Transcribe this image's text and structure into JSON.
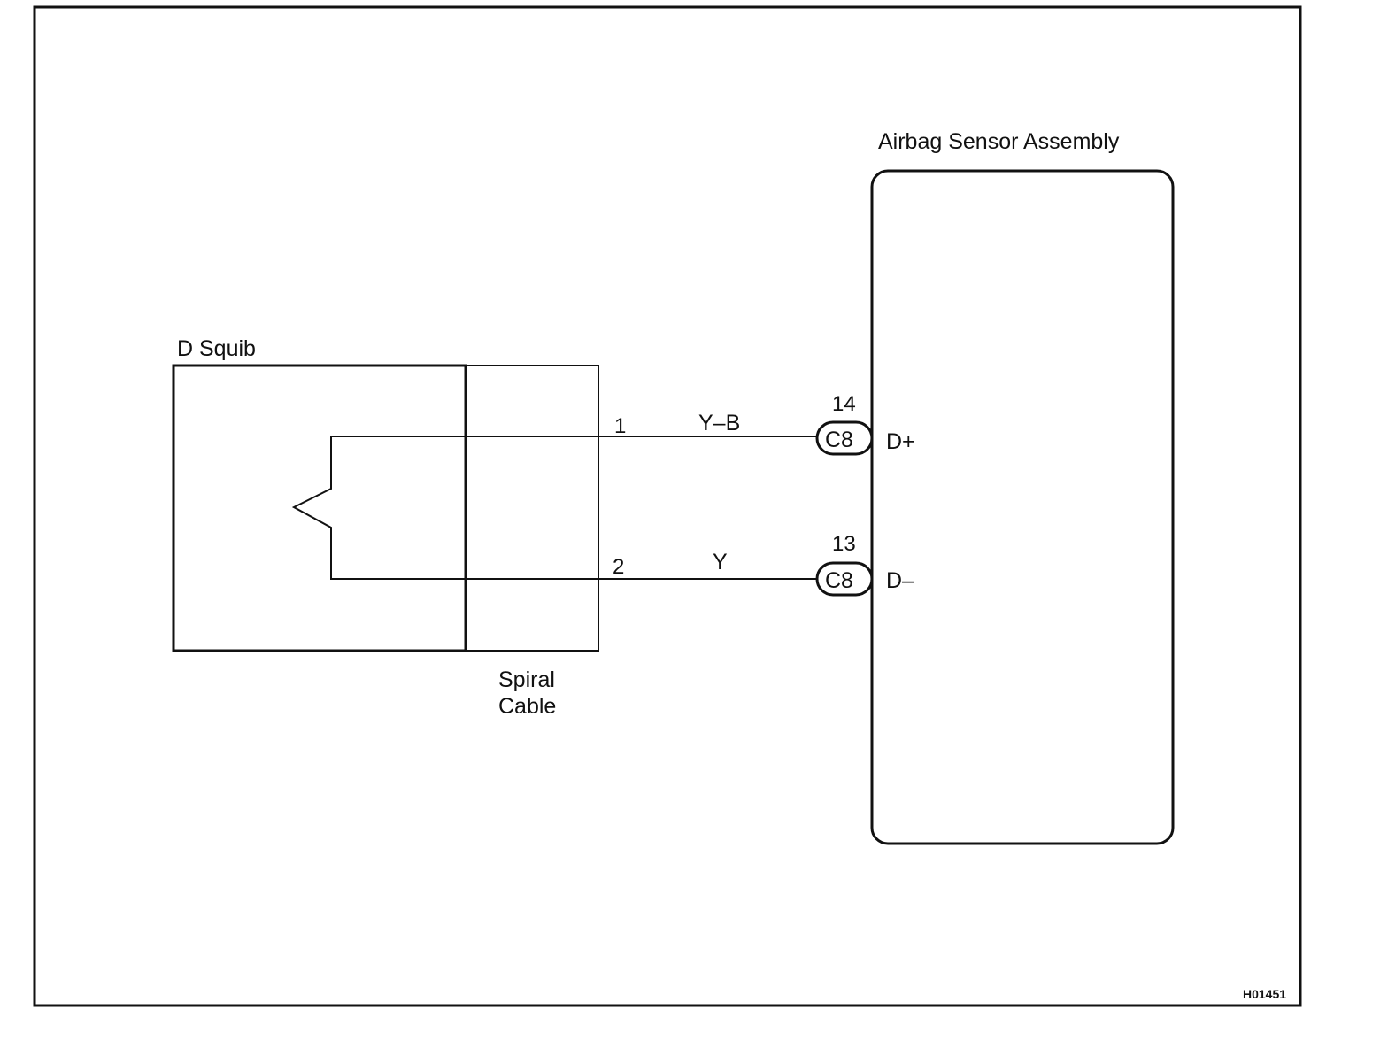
{
  "diagram": {
    "squib_label": "D Squib",
    "spiral_label_line1": "Spiral",
    "spiral_label_line2": "Cable",
    "sensor_label": "Airbag Sensor Assembly",
    "wire1": {
      "pin": "1",
      "color": "Y–B",
      "connector": "C8",
      "terminal_no": "14",
      "terminal": "D+"
    },
    "wire2": {
      "pin": "2",
      "color": "Y",
      "connector": "C8",
      "terminal_no": "13",
      "terminal": "D–"
    },
    "figure_code": "H01451"
  }
}
